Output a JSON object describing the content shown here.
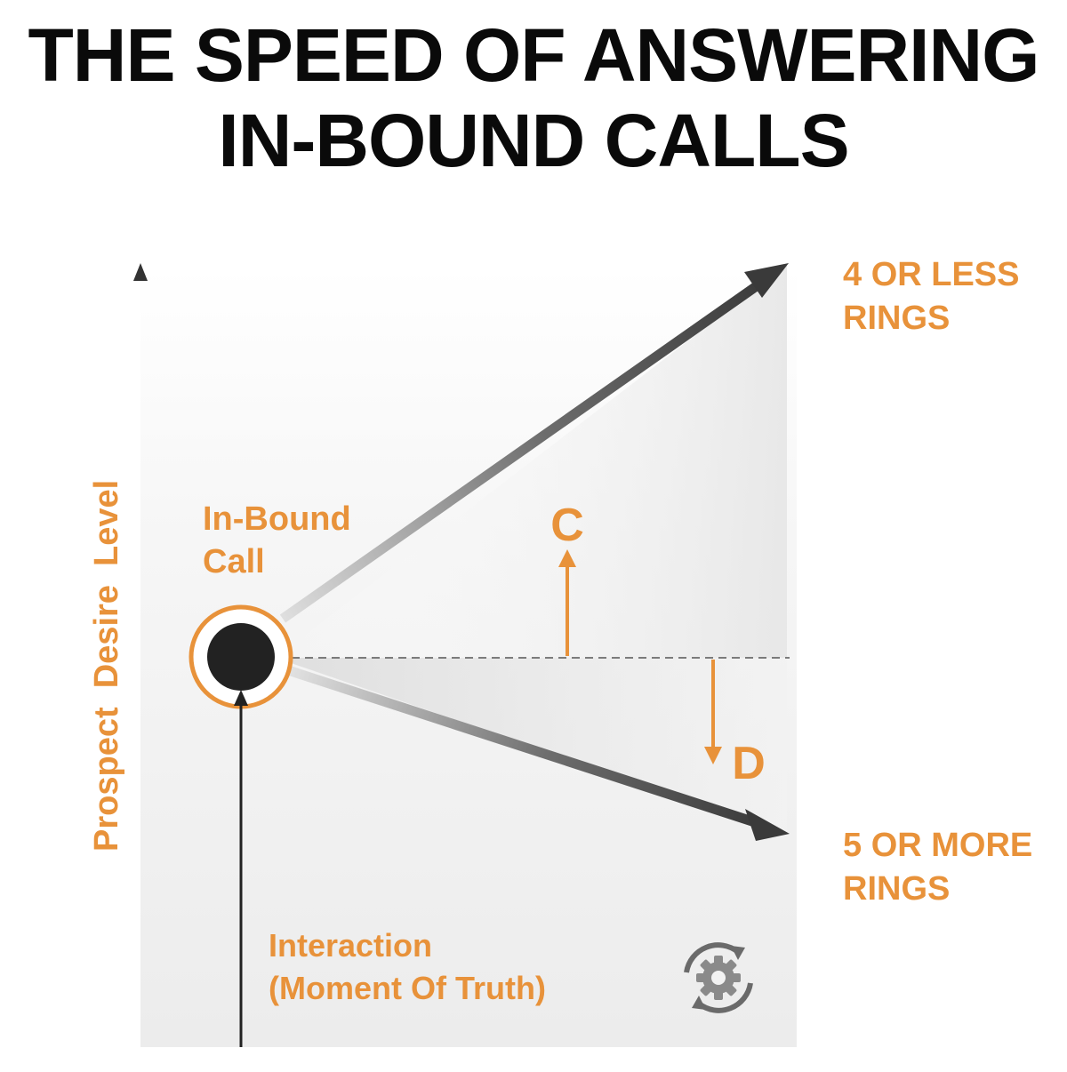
{
  "title": {
    "line1": "THE SPEED OF ANSWERING",
    "line2": "IN-BOUND CALLS"
  },
  "colors": {
    "accent": "#E8923A",
    "dark": "#2b2b2b",
    "axis": "#333333",
    "panel": "#eeeeee",
    "gear": "#8a8a8a"
  },
  "y_axis_label": "Prospect  Desire  Level",
  "origin_label": {
    "line1": "In-Bound",
    "line2": "Call"
  },
  "upper_outcome": {
    "line1": "4 OR LESS",
    "line2": "RINGS"
  },
  "lower_outcome": {
    "line1": "5 OR MORE",
    "line2": "RINGS"
  },
  "marker_up": "C",
  "marker_down": "D",
  "interaction_label": {
    "line1": "Interaction",
    "line2": "(Moment Of Truth)"
  },
  "icon": "gear-cycle-icon"
}
